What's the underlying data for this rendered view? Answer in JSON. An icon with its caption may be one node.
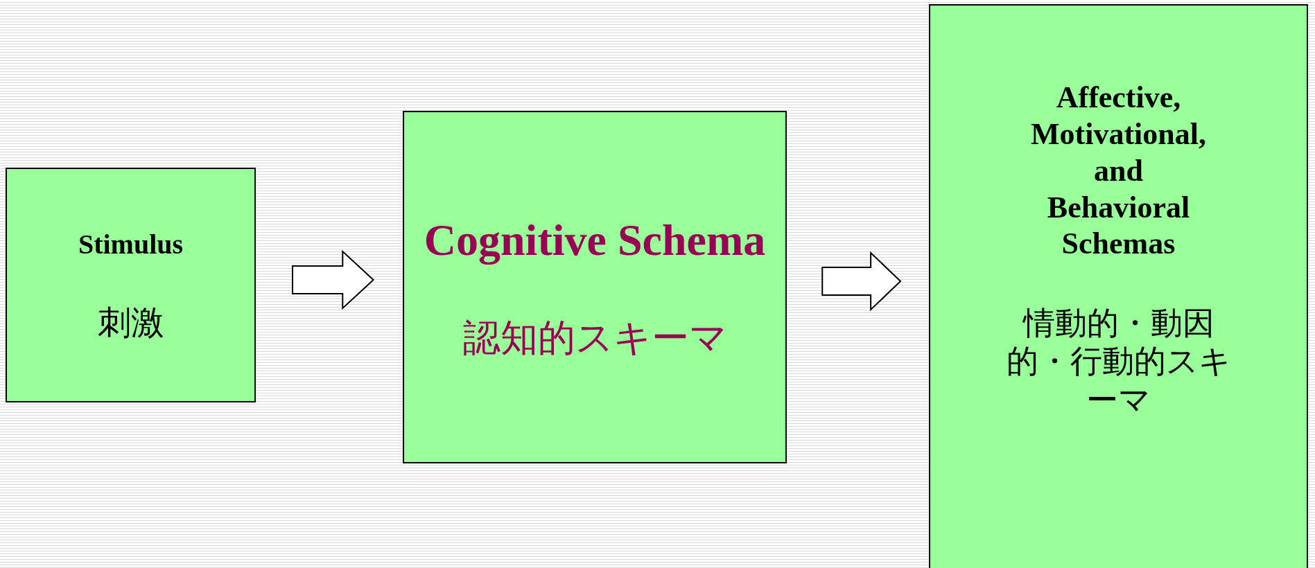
{
  "diagram": {
    "nodes": [
      {
        "text": [
          "Stimulus",
          "刺激"
        ]
      },
      {
        "text": [
          "Cognitive Schema",
          "認知的スキーマ"
        ]
      },
      {
        "text": [
          "Affective, Motivational, and Behavioral Schemas",
          "情動的・動因的・行動的スキーマ"
        ]
      }
    ],
    "edges": [
      {
        "from": 0,
        "to": 1,
        "arrow": "to"
      },
      {
        "from": 1,
        "to": 2,
        "arrow": "to"
      }
    ]
  }
}
